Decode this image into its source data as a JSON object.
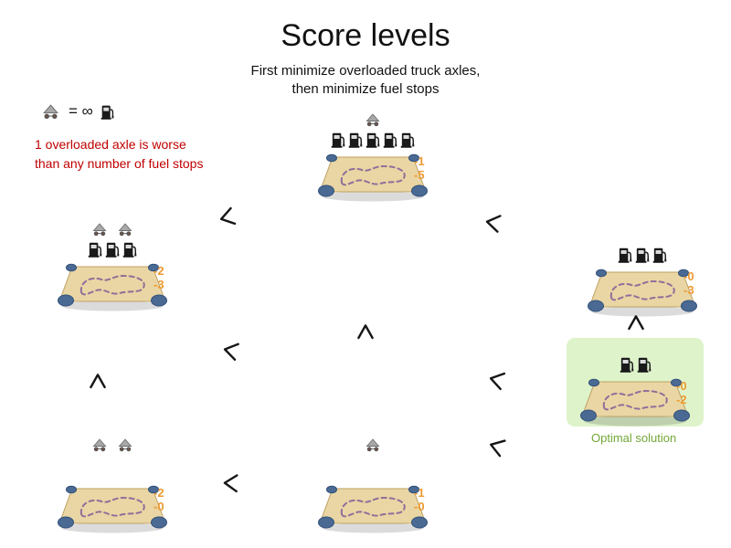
{
  "title": "Score levels",
  "subtitle_line1": "First minimize overloaded truck axles,",
  "subtitle_line2": "then minimize fuel stops",
  "legend_equation": "= ∞",
  "warning_line1": "1 overloaded axle is worse",
  "warning_line2": "than any number of fuel stops",
  "icons": {
    "axle": "overloaded-truck-axle",
    "pump": "fuel-stop-pump",
    "comparison_arrow": "less-than-angle",
    "comparison_caret": "caret-up-angle"
  },
  "colors": {
    "score_orange": "#ee9a31",
    "warning_red": "#c00000",
    "optimal_green_text": "#73a839",
    "optimal_green_bg": "#def3ca"
  },
  "solutions": [
    {
      "name": "top-center",
      "overloaded_axles": 1,
      "fuel_stops": 5,
      "hard_score": "-1",
      "soft_score": "-5"
    },
    {
      "name": "middle-left",
      "overloaded_axles": 2,
      "fuel_stops": 3,
      "hard_score": "-2",
      "soft_score": "-3"
    },
    {
      "name": "middle-right",
      "overloaded_axles": 0,
      "fuel_stops": 3,
      "hard_score": "-0",
      "soft_score": "-3"
    },
    {
      "name": "optimal",
      "overloaded_axles": 0,
      "fuel_stops": 2,
      "hard_score": "-0",
      "soft_score": "-2",
      "caption": "Optimal solution"
    },
    {
      "name": "bottom-left",
      "overloaded_axles": 2,
      "fuel_stops": 0,
      "hard_score": "-2",
      "soft_score": "-0"
    },
    {
      "name": "bottom-center",
      "overloaded_axles": 1,
      "fuel_stops": 0,
      "hard_score": "-1",
      "soft_score": "-0"
    }
  ]
}
